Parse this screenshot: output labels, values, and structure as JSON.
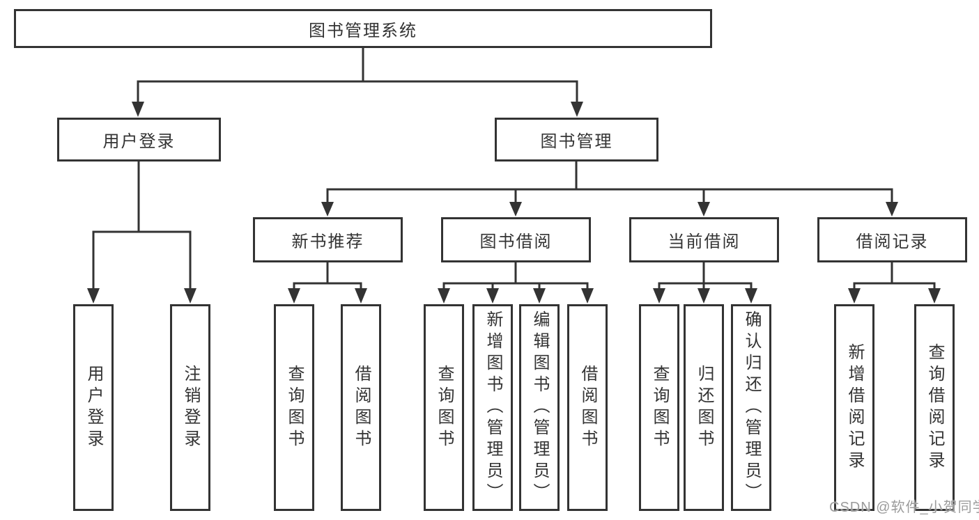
{
  "diagram": {
    "root": {
      "label": "图书管理系统",
      "children": [
        {
          "label": "用户登录",
          "children": [
            {
              "label": "用户登录"
            },
            {
              "label": "注销登录"
            }
          ]
        },
        {
          "label": "图书管理",
          "children": [
            {
              "label": "新书推荐",
              "children": [
                {
                  "label": "查询图书"
                },
                {
                  "label": "借阅图书"
                }
              ]
            },
            {
              "label": "图书借阅",
              "children": [
                {
                  "label": "查询图书"
                },
                {
                  "label": "新增图书（管理员）"
                },
                {
                  "label": "编辑图书（管理员）"
                },
                {
                  "label": "借阅图书"
                }
              ]
            },
            {
              "label": "当前借阅",
              "children": [
                {
                  "label": "查询图书"
                },
                {
                  "label": "归还图书"
                },
                {
                  "label": "确认归还（管理员）"
                }
              ]
            },
            {
              "label": "借阅记录",
              "children": [
                {
                  "label": "新增借阅记录"
                },
                {
                  "label": "查询借阅记录"
                }
              ]
            }
          ]
        }
      ]
    }
  },
  "watermark": {
    "text": "CSDN @软件_小贺同学"
  },
  "colors": {
    "line": "#333333",
    "text": "#333333",
    "watermark": "#9b9b9b",
    "background": "#ffffff"
  }
}
